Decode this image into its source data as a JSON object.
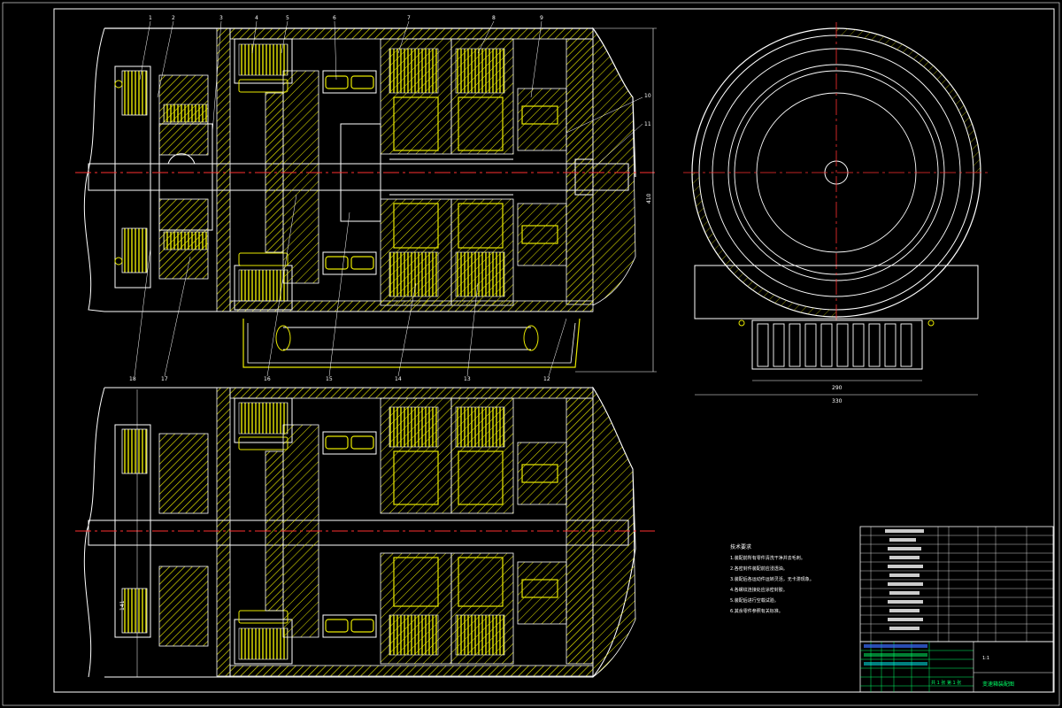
{
  "colors": {
    "background": "#000000",
    "outline": "#ffffff",
    "hatch": "#e8e800",
    "centerline": "#ff3030",
    "accent_green": "#00ff66",
    "accent_cyan": "#00ffff",
    "accent_blue": "#3a6cff"
  },
  "part_labels": {
    "top": [
      "1",
      "2",
      "3",
      "4",
      "5",
      "6",
      "7",
      "8",
      "9"
    ],
    "right": [
      "10",
      "11",
      "12"
    ],
    "bottom": [
      "18",
      "17",
      "16",
      "15",
      "14",
      "13"
    ]
  },
  "dimensions": {
    "height": "410",
    "side_inner_width": "290",
    "side_outer_width": "330",
    "bottom_height": "141"
  },
  "tech_notes": {
    "heading": "技术要求",
    "lines": [
      "1.装配前所有零件清洗干净并去毛刺。",
      "2.各密封件装配前应浸透油。",
      "3.装配后各运动件运转灵活，无卡滞现象。",
      "4.各螺纹连接处应涂密封胶。",
      "5.装配后进行空载试验。",
      "6.其余零件参照有关标准。"
    ]
  },
  "title_block": {
    "drawing_title": "变速箱装配图",
    "sheet_info": "共 1 张  第 1 张",
    "scale": "1:1"
  }
}
